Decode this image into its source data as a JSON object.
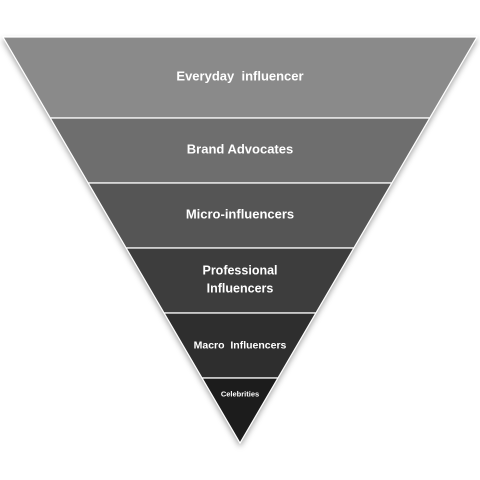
{
  "diagram": {
    "type": "inverted-pyramid",
    "tiers": [
      {
        "lines": [
          "Everyday  influencer"
        ],
        "fill": "#8a8a8a"
      },
      {
        "lines": [
          "Brand Advocates"
        ],
        "fill": "#6e6e6e"
      },
      {
        "lines": [
          "Micro-influencers"
        ],
        "fill": "#545454"
      },
      {
        "lines": [
          "Professional",
          "Influencers"
        ],
        "fill": "#3d3d3d"
      },
      {
        "lines": [
          "Macro  Influencers"
        ],
        "fill": "#2f2f2f"
      },
      {
        "lines": [
          "Celebrities"
        ],
        "fill": "#1f1f1f"
      }
    ],
    "divider_color": "#ffffff"
  }
}
